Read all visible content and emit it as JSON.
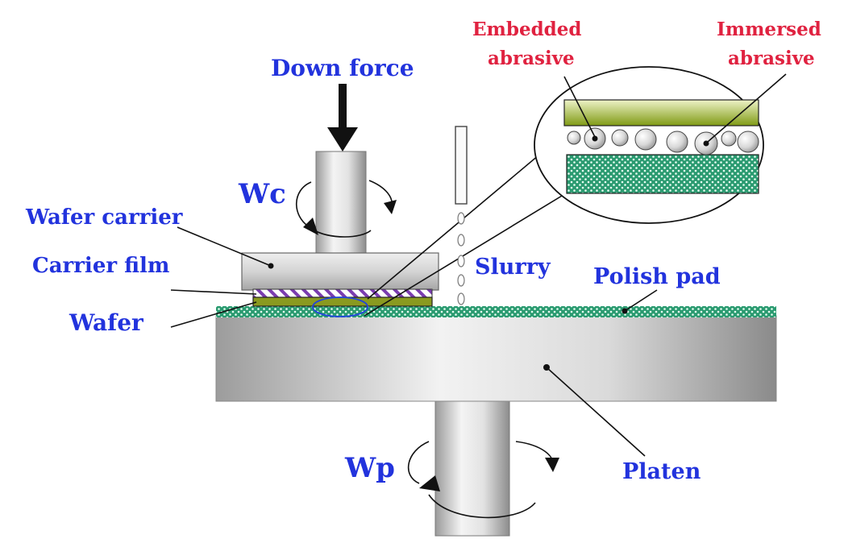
{
  "labels": {
    "down_force": "Down force",
    "wc": "Wc",
    "wafer_carrier": "Wafer carrier",
    "carrier_film": "Carrier film",
    "wafer": "Wafer",
    "slurry": "Slurry",
    "polish_pad": "Polish pad",
    "platen": "Platen",
    "wp": "Wp",
    "embedded_line1": "Embedded",
    "embedded_line2": "abrasive",
    "immersed_line1": "Immersed",
    "immersed_line2": "abrasive"
  },
  "colors": {
    "label_blue": "#2233dd",
    "label_red": "#e02240",
    "pad_green": "#2a9a70",
    "wafer_olive": "#8a9a20",
    "metal_gray": "#c8c8c8"
  }
}
